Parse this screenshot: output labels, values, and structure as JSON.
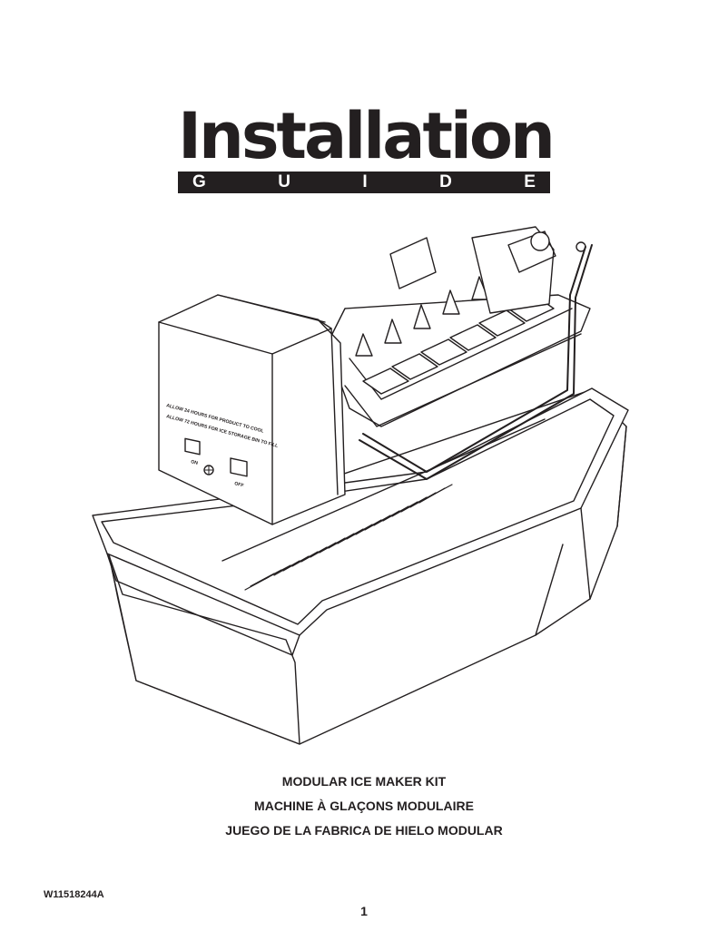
{
  "header": {
    "title": "Installation",
    "guide_letters": [
      "G",
      "U",
      "I",
      "D",
      "E"
    ]
  },
  "illustration": {
    "subject": "modular ice maker with ice bin",
    "panel_text": [
      "ALLOW 24 HOURS FOR PRODUCT TO COOL",
      "ALLOW 72 HOURS FOR ICE STORAGE BIN TO FILL"
    ],
    "on_label": "ON",
    "off_label": "OFF"
  },
  "subtitles": [
    "MODULAR ICE MAKER KIT",
    "MACHINE À GLAÇONS MODULAIRE",
    "JUEGO DE LA FABRICA DE HIELO MODULAR"
  ],
  "footer": {
    "part_number": "W11518244A",
    "page_number": "1"
  }
}
